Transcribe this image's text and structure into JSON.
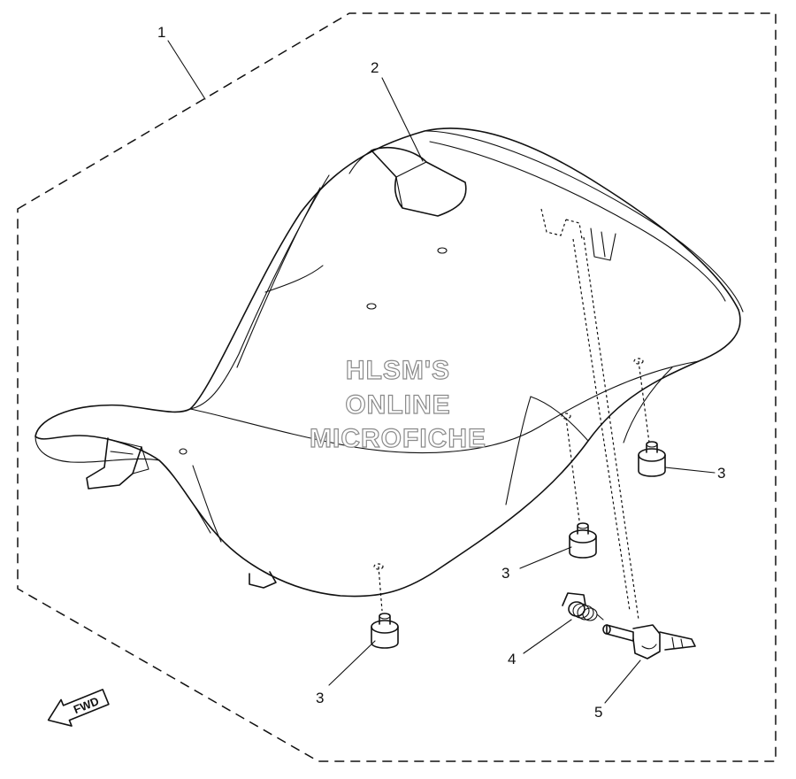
{
  "diagram": {
    "callouts": {
      "part1": "1",
      "part2": "2",
      "part3a": "3",
      "part3b": "3",
      "part3c": "3",
      "part4": "4",
      "part5": "5"
    },
    "watermark": {
      "line1": "HLSM'S",
      "line2": "ONLINE",
      "line3": "MICROFICHE"
    },
    "direction_marker": "FWD"
  }
}
